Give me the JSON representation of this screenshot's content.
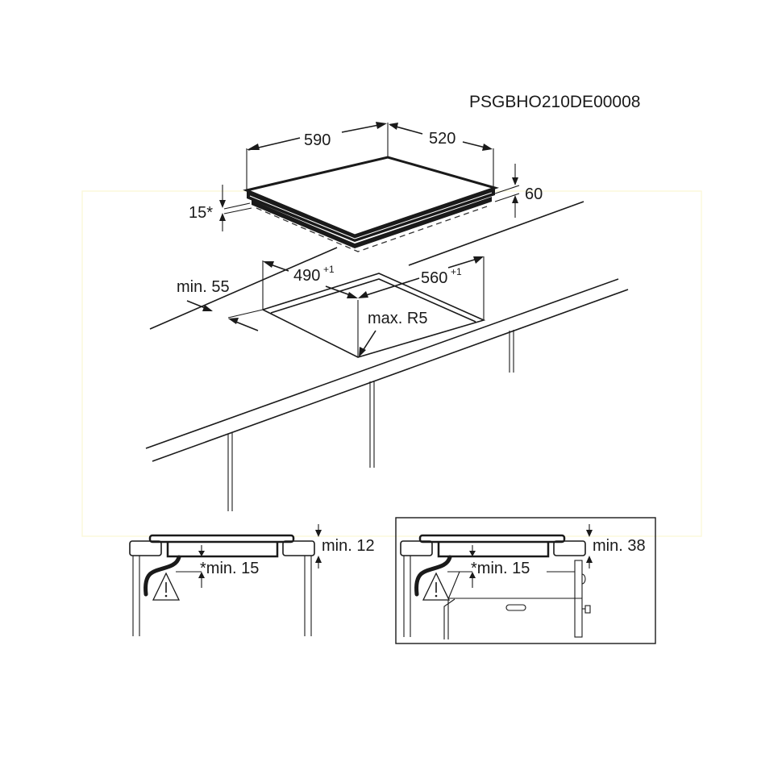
{
  "document": {
    "code": "PSGBHO210DE00008",
    "type": "Hob installation dimensions diagram"
  },
  "hob": {
    "width_label": "590",
    "depth_label": "520",
    "height_label": "60",
    "clearance_label": "15*"
  },
  "cutout": {
    "width_label": "490",
    "width_tol": "+1",
    "depth_label": "560",
    "depth_tol": "+1",
    "edge_label": "min. 55",
    "radius_label": "max. R5"
  },
  "sections": [
    {
      "worktop_label": "min. 12",
      "gap_label": "*min. 15",
      "warning_icon": "warning-triangle",
      "has_oven": false
    },
    {
      "worktop_label": "min. 38",
      "gap_label": "*min. 15",
      "warning_icon": "warning-triangle",
      "has_oven": true
    }
  ],
  "colors": {
    "line": "#1a1a1a",
    "background": "#ffffff",
    "faint_frame": "#fbf8dc"
  }
}
